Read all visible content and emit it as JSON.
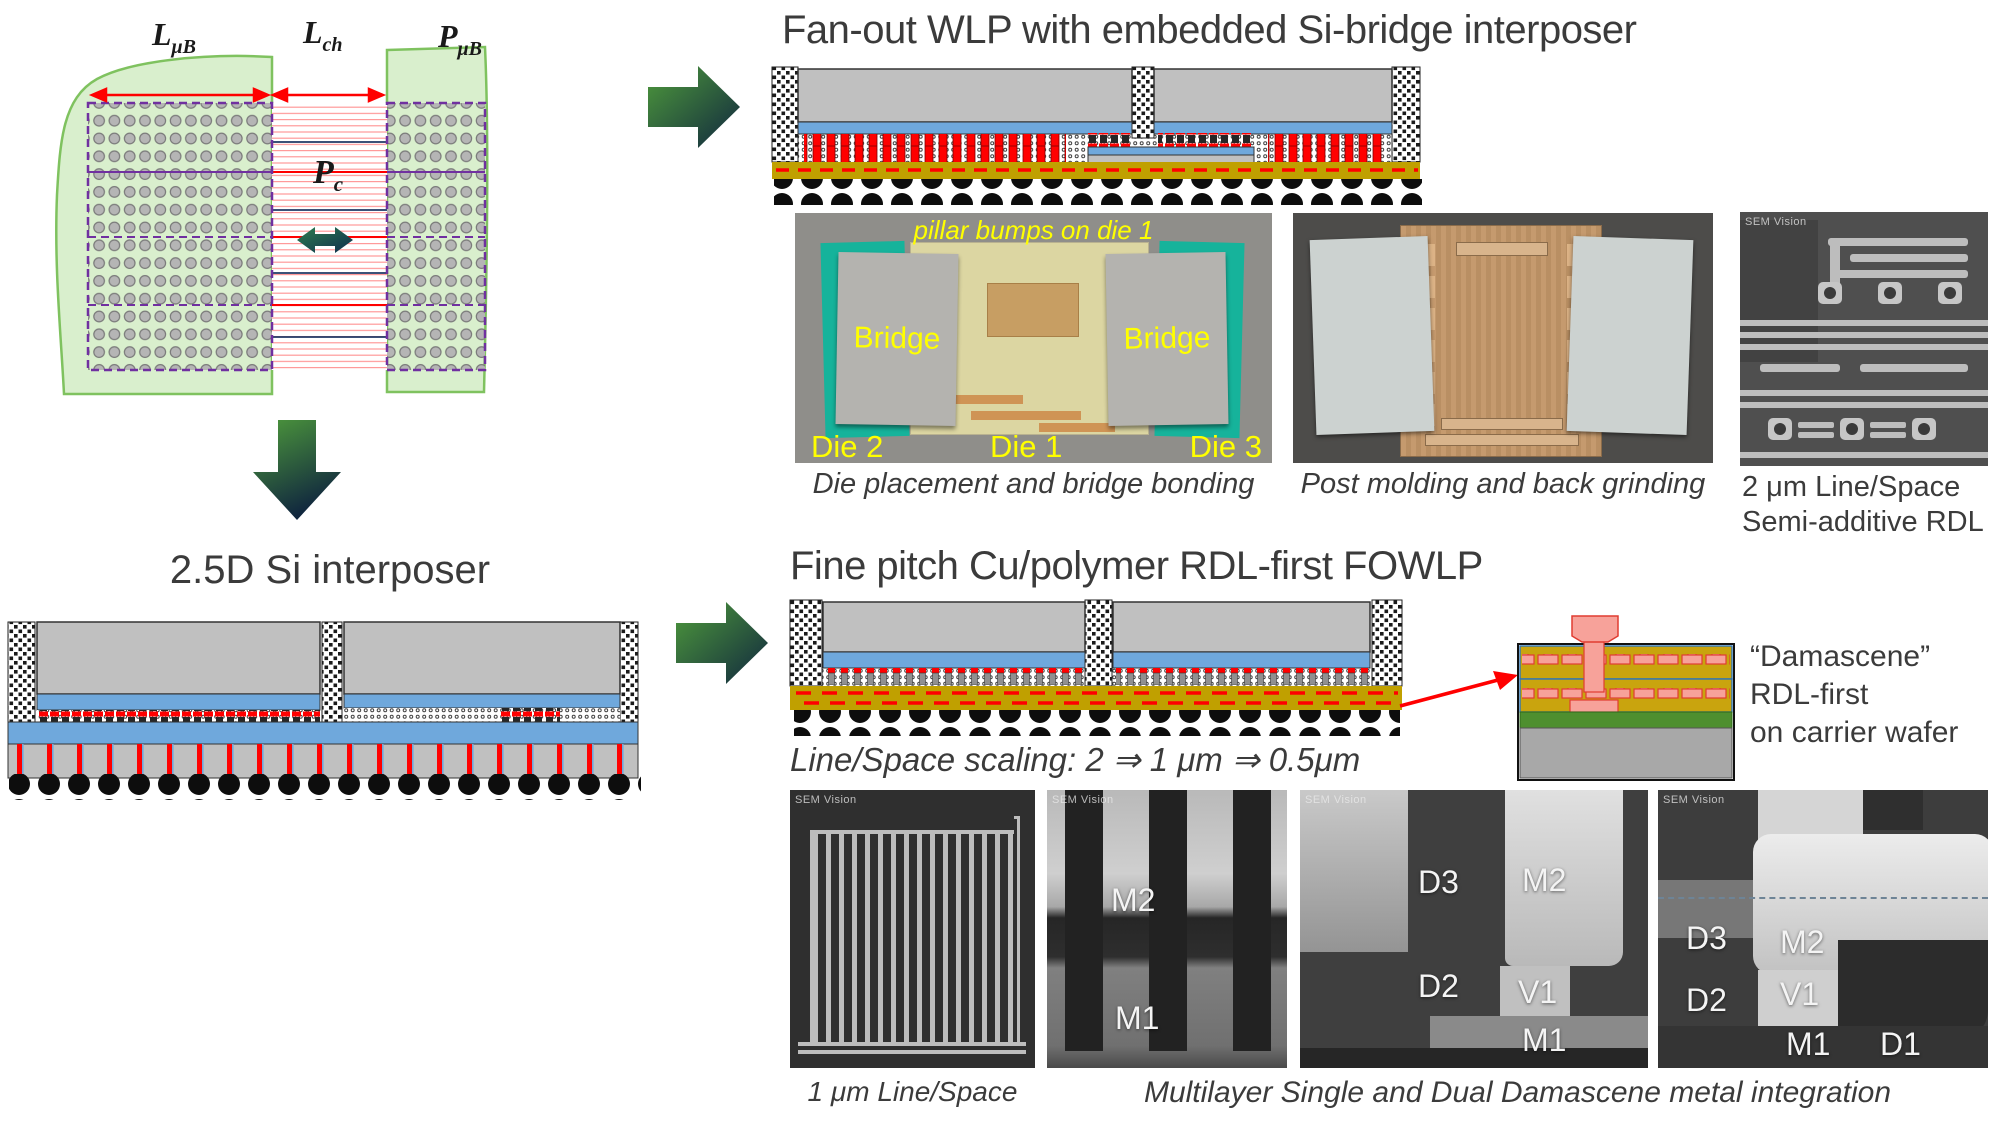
{
  "palette": {
    "text": "#3b3b3b",
    "accent_red": "#ff0000",
    "label_yellow": "#ffff00",
    "die_gray": "#c0c0c0",
    "underfill_blue": "#6fa8dc",
    "rdl_gold": "#c0a000",
    "chiplet_green": "#d9efcd",
    "arrow_green": "#4e9a3c",
    "arrow_navy": "#10263e",
    "bridge_teal": "#16b39b"
  },
  "pitch_diagram": {
    "label_lub": {
      "base": "L",
      "sub": "μB"
    },
    "label_lch": {
      "base": "L",
      "sub": "ch"
    },
    "label_pub": {
      "base": "P",
      "sub": "μB"
    },
    "label_pc": {
      "base": "P",
      "sub": "c"
    }
  },
  "fanout_section": {
    "title": "Fan-out WLP with embedded Si-bridge interposer",
    "die_placement_photo": {
      "overlay_top": "pillar bumps on die 1",
      "bridge_left": "Bridge",
      "bridge_right": "Bridge",
      "die_left": "Die 2",
      "die_center": "Die 1",
      "die_right": "Die 3",
      "caption": "Die placement and bridge bonding"
    },
    "post_molding_photo": {
      "caption": "Post molding and back grinding"
    },
    "sem_rdl": {
      "watermark": "SEM Vision",
      "caption_line1": "2 μm Line/Space",
      "caption_line2": "Semi-additive RDL"
    }
  },
  "interposer_section": {
    "title": "2.5D Si interposer"
  },
  "rdl_first_section": {
    "title": "Fine pitch Cu/polymer RDL-first FOWLP",
    "scaling_note": "Line/Space scaling: 2 ⇒ 1 μm ⇒ 0.5μm",
    "damascene_note": {
      "line1": "“Damascene”",
      "line2": "RDL-first",
      "line3": "on carrier wafer"
    },
    "sem_serpentine": {
      "watermark": "SEM Vision",
      "caption": "1 μm Line/Space"
    },
    "sem_single": {
      "watermark": "SEM Vision",
      "labels": {
        "m2": "M2",
        "m1": "M1"
      }
    },
    "sem_dual1": {
      "watermark": "SEM Vision",
      "labels": {
        "d3": "D3",
        "m2": "M2",
        "d2": "D2",
        "v1": "V1",
        "m1": "M1"
      }
    },
    "sem_dual2": {
      "watermark": "SEM Vision",
      "labels": {
        "d3": "D3",
        "m2": "M2",
        "d2": "D2",
        "v1": "V1",
        "m1": "M1",
        "d1": "D1"
      }
    },
    "caption": "Multilayer Single and Dual Damascene metal integration"
  }
}
